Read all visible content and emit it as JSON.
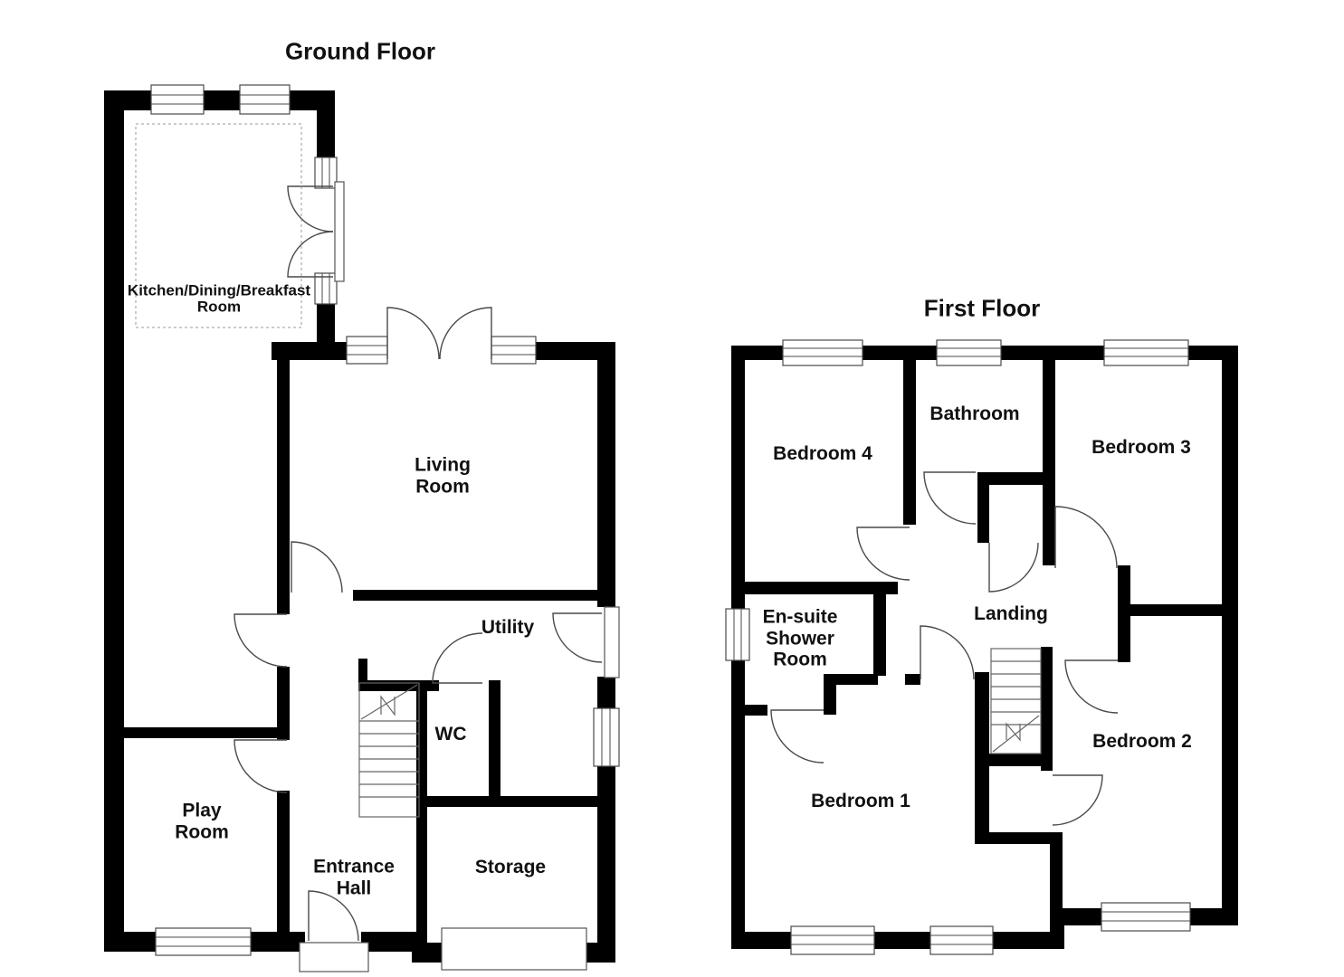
{
  "ground_floor": {
    "title": "Ground Floor",
    "rooms": {
      "kitchen": "Kitchen/Dining/Breakfast\nRoom",
      "living": "Living\nRoom",
      "utility": "Utility",
      "wc": "WC",
      "play": "Play\nRoom",
      "entrance": "Entrance\nHall",
      "storage": "Storage"
    }
  },
  "first_floor": {
    "title": "First Floor",
    "rooms": {
      "bedroom4": "Bedroom 4",
      "bathroom": "Bathroom",
      "bedroom3": "Bedroom 3",
      "ensuite": "En-suite\nShower\nRoom",
      "landing": "Landing",
      "bedroom1": "Bedroom 1",
      "bedroom2": "Bedroom 2"
    }
  },
  "colors": {
    "wall": "#000000",
    "detail_line": "#4a4a4a",
    "dashed_outline": "#999999",
    "background": "#ffffff"
  }
}
